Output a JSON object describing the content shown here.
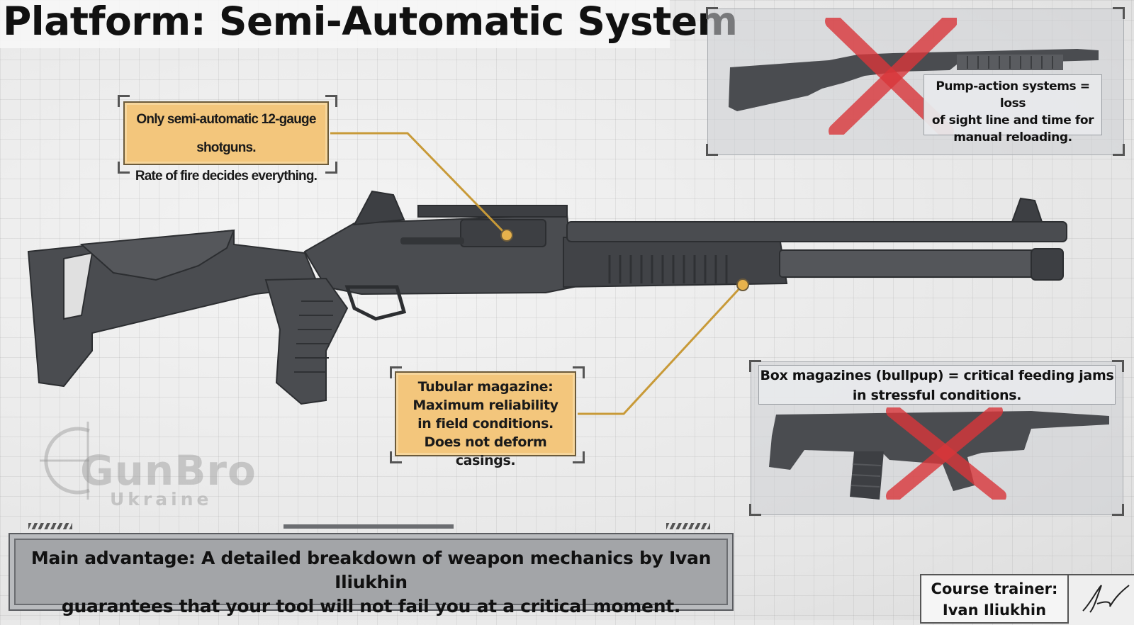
{
  "title": "Platform: Semi-Automatic System",
  "callouts": {
    "semi_auto": [
      "Only semi-automatic 12-gauge shotguns.",
      "Rate of fire decides everything."
    ],
    "tubular_magazine": [
      "Tubular magazine:",
      "Maximum reliability",
      "in field conditions.",
      "Does not deform casings."
    ]
  },
  "comparisons": {
    "pump_action": {
      "lines": [
        "Pump-action systems = loss",
        "of sight line and time for",
        "manual reloading."
      ],
      "icon": "cross-out-icon"
    },
    "box_magazine": {
      "lines": [
        "Box magazines (bullpup) = critical feeding jams",
        "in stressful conditions."
      ],
      "icon": "cross-out-icon"
    }
  },
  "banner": {
    "lines": [
      "Main advantage: A detailed breakdown of weapon mechanics by Ivan Iliukhin",
      "guarantees that your tool will not fail you at a critical moment."
    ]
  },
  "trainer": {
    "label": "Course trainer:",
    "name": "Ivan Iliukhin"
  },
  "watermark": {
    "brand": "GunBro",
    "sub": "Ukraine"
  },
  "colors": {
    "callout_fill": "#f3c67c",
    "leader_line": "#c89a38",
    "cross_mark": "#d9363a",
    "gun_body": "#4a4c50"
  }
}
